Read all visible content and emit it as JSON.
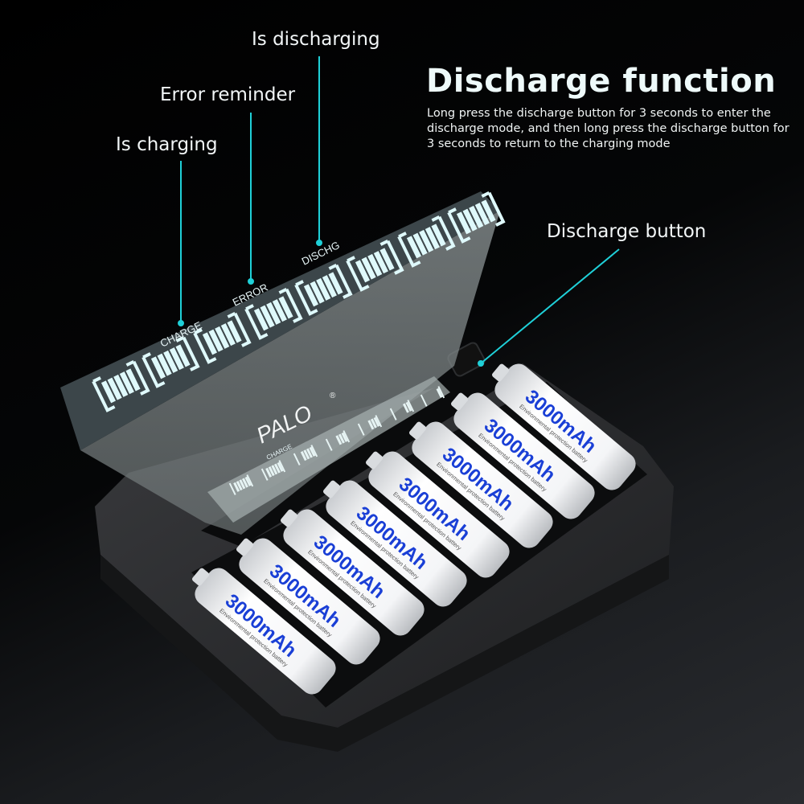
{
  "heading": {
    "title": "Discharge function",
    "description": "Long press the discharge button for 3 seconds to enter the discharge mode, and then long press the discharge button for 3 seconds to return to the charging mode"
  },
  "callouts": {
    "charging": "Is charging",
    "error": "Error reminder",
    "discharging": "Is discharging",
    "button": "Discharge button"
  },
  "lcd": {
    "charge": "CHARGE",
    "error": "ERROR",
    "dischg": "DISCHG",
    "small_charge": "CHARGE"
  },
  "brand": {
    "logo": "PALO",
    "reg": "®"
  },
  "battery": {
    "capacity": "3000mAh",
    "tagline": "Environmental protection battery",
    "count": 8
  },
  "colors": {
    "accent": "#1fd0d8",
    "battery_text": "#1a3fd6",
    "lcd_segment": "#dff9fb"
  }
}
